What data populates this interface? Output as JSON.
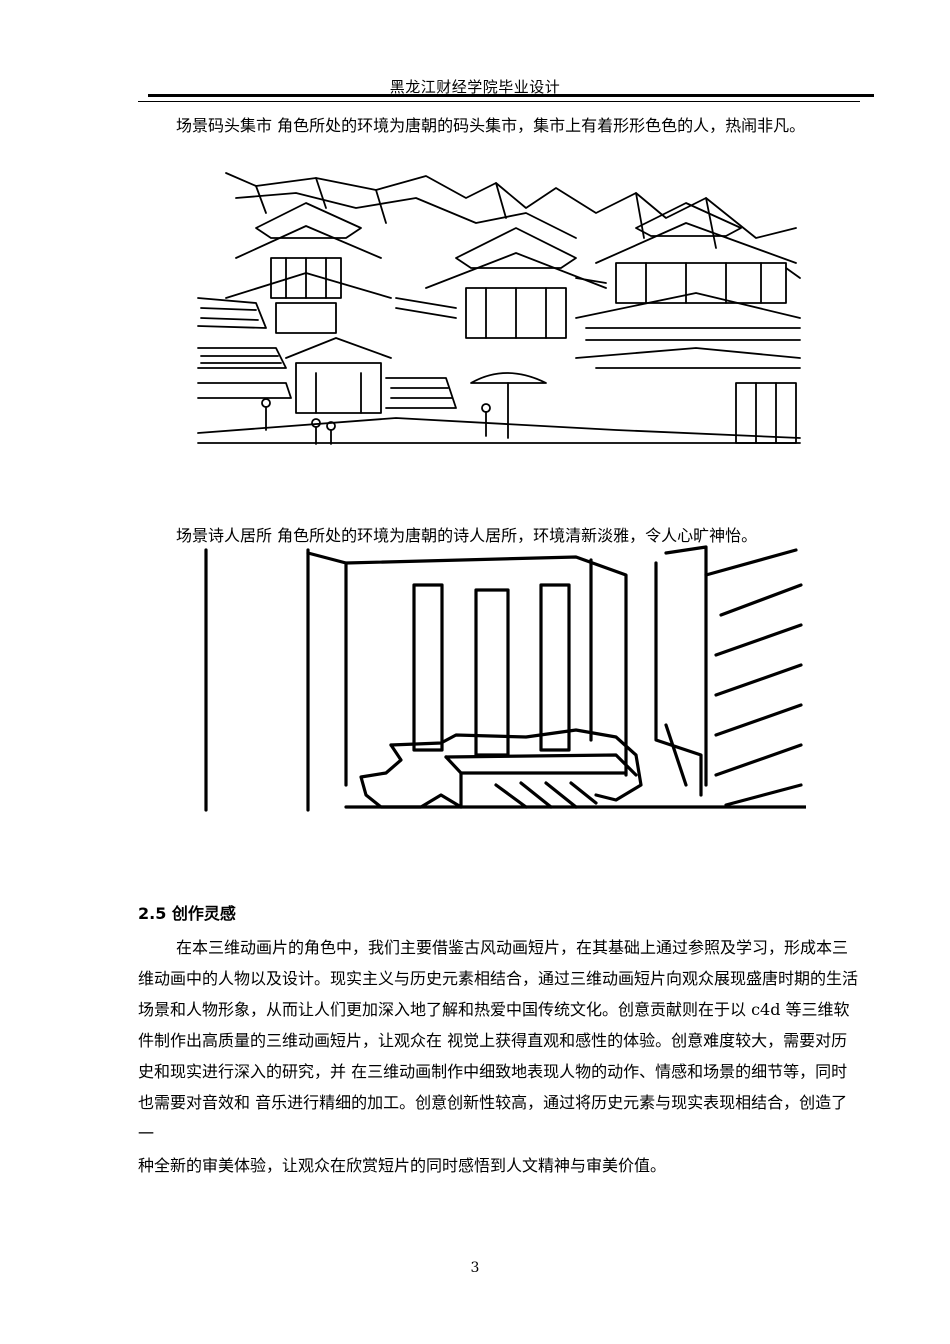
{
  "header": {
    "title": "黑龙江财经学院毕业设计"
  },
  "paragraphs": {
    "p1": "场景码头集市  角色所处的环境为唐朝的码头集市，集市上有着形形色色的人，热闹非凡。",
    "p2": "场景诗人居所  角色所处的环境为唐朝的诗人居所，环境清新淡雅，令人心旷神怡。",
    "p3": "在本三维动画片的角色中，我们主要借鉴古风动画短片，在其基础上通过参照及学习，形成本三维动画中的人物以及设计。现实主义与历史元素相结合，通过三维动画短片向观众展现盛唐时期的生活场景和人物形象，从而让人们更加深入地了解和热爱中国传统文化。创意贡献则在于以 c4d 等三维软件制作出高质量的三维动画短片，让观众在  视觉上获得直观和感性的体验。创意难度较大，需要对历史和现实进行深入的研究，并  在三维动画制作中细致地表现人物的动作、情感和场景的细节等，同时也需要对音效和  音乐进行精细的加工。创意创新性较高，通过将历史元素与现实表现相结合，创造了一",
    "p4": "种全新的审美体验，让观众在欣赏短片的同时感悟到人文精神与审美价值。"
  },
  "section": {
    "heading": "2.5  创作灵感"
  },
  "footer": {
    "page_number": "3"
  }
}
